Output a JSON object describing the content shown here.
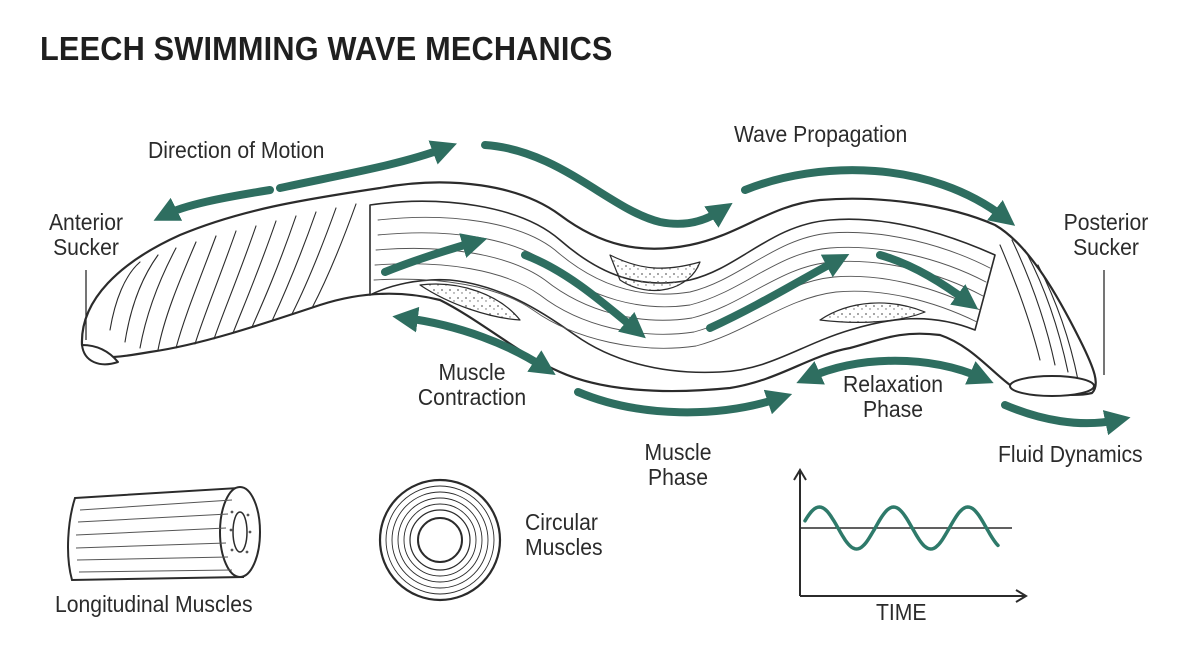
{
  "title": "LEECH SWIMMING WAVE MECHANICS",
  "labels": {
    "direction_of_motion": "Direction of Motion",
    "wave_propagation": "Wave Propagation",
    "anterior_sucker": [
      "Anterior",
      "Sucker"
    ],
    "posterior_sucker": [
      "Posterior",
      "Sucker"
    ],
    "muscle_contraction": [
      "Muscle",
      "Contraction"
    ],
    "relaxation_phase": [
      "Relaxation",
      "Phase"
    ],
    "muscle_phase": [
      "Muscle",
      "Phase"
    ],
    "fluid_dynamics": "Fluid Dynamics",
    "longitudinal_muscles": "Longitudinal Muscles",
    "circular_muscles": [
      "Circular",
      "Muscles"
    ],
    "time_axis": "TIME"
  },
  "icons": [
    "leech-body-illustration",
    "arrow-icon",
    "muscle-cylinder-icon",
    "circular-muscle-ring-icon",
    "sine-wave-graph"
  ],
  "colors": {
    "arrow": "#2e6e60",
    "wave": "#2e7a6a",
    "line": "#2b2b2b",
    "background": "#ffffff"
  }
}
